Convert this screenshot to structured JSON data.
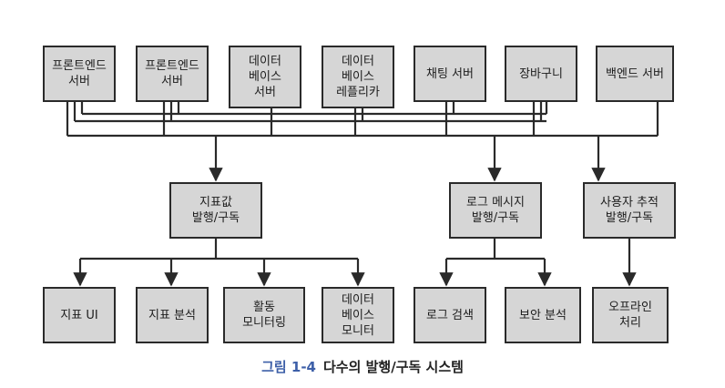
{
  "producers": [
    {
      "id": "fe1",
      "label": "프론트엔드\n서버"
    },
    {
      "id": "fe2",
      "label": "프론트엔드\n서버"
    },
    {
      "id": "db",
      "label": "데이터\n베이스\n서버"
    },
    {
      "id": "dbr",
      "label": "데이터\n베이스\n레플리카"
    },
    {
      "id": "chat",
      "label": "채팅 서버"
    },
    {
      "id": "cart",
      "label": "장바구니"
    },
    {
      "id": "be",
      "label": "백엔드 서버"
    }
  ],
  "pubsubs": [
    {
      "id": "metric",
      "label": "지표값\n발행/구독"
    },
    {
      "id": "log",
      "label": "로그 메시지\n발행/구독"
    },
    {
      "id": "track",
      "label": "사용자 추적\n발행/구독"
    }
  ],
  "consumers": [
    {
      "id": "c1",
      "label": "지표 UI"
    },
    {
      "id": "c2",
      "label": "지표 분석"
    },
    {
      "id": "c3",
      "label": "활동\n모니터링"
    },
    {
      "id": "c4",
      "label": "데이터\n베이스\n모니터"
    },
    {
      "id": "c5",
      "label": "로그 검색"
    },
    {
      "id": "c6",
      "label": "보안 분석"
    },
    {
      "id": "c7",
      "label": "오프라인\n처리"
    }
  ],
  "caption": {
    "number": "그림 1-4",
    "text": "다수의 발행/구독 시스템"
  },
  "colors": {
    "box_fill": "#d6d6d6",
    "line": "#2a2a2a",
    "caption_number": "#3d5fa8"
  }
}
